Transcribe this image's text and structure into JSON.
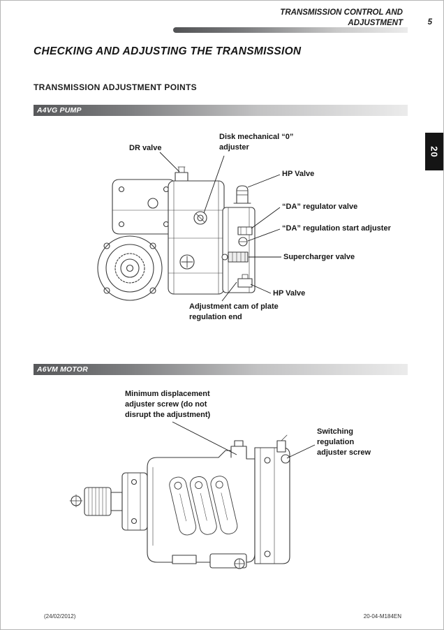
{
  "header": {
    "title": "TRANSMISSION CONTROL AND\nADJUSTMENT",
    "page_number": "5"
  },
  "chapter_tab": "20",
  "main_title": "CHECKING AND ADJUSTING THE TRANSMISSION",
  "subtitle": "TRANSMISSION ADJUSTMENT POINTS",
  "pump_section": {
    "banner": "A4VG PUMP",
    "labels": {
      "dr_valve": "DR valve",
      "disk_adjuster": "Disk mechanical “0”\nadjuster",
      "hp_valve_top": "HP Valve",
      "da_regulator_valve": "“DA” regulator valve",
      "da_start_adjuster": "“DA” regulation start adjuster",
      "supercharger_valve": "Supercharger valve",
      "hp_valve_bottom": "HP Valve",
      "adjustment_cam": "Adjustment cam of plate\nregulation end"
    }
  },
  "motor_section": {
    "banner": "A6VM MOTOR",
    "labels": {
      "min_displacement": "Minimum displacement\nadjuster screw (do not\ndisrupt the adjustment)",
      "switching_regulation": "Switching\nregulation\nadjuster screw"
    }
  },
  "footer": {
    "date": "(24/02/2012)",
    "doc_code": "20-04-M184EN"
  }
}
